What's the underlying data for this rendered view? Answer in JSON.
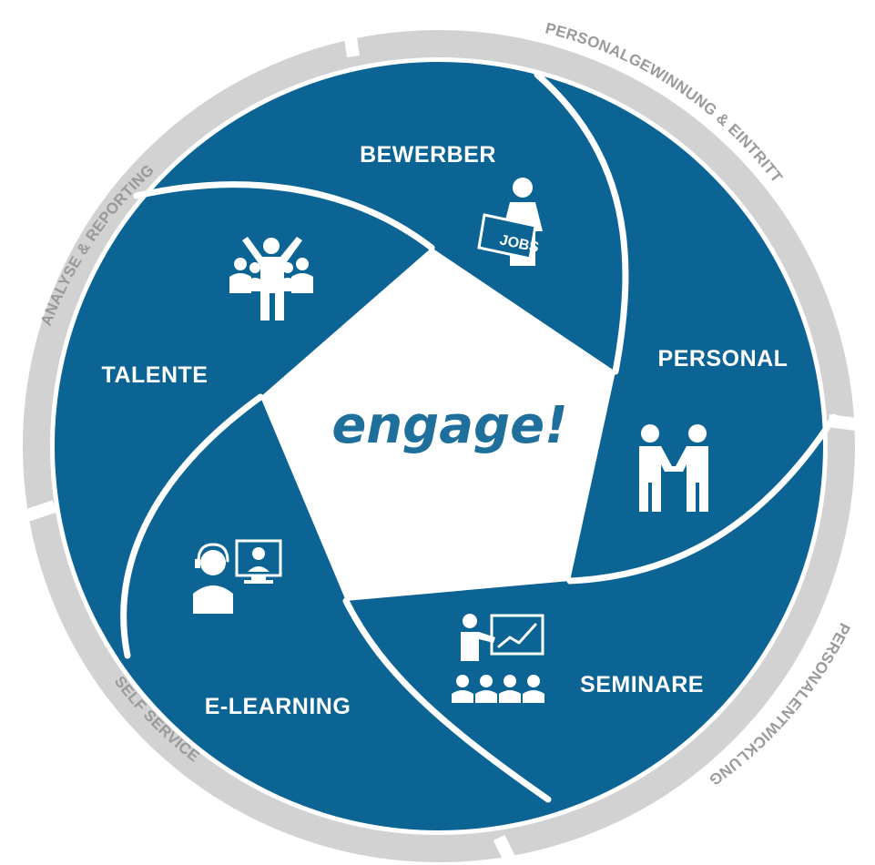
{
  "colors": {
    "segment": "#0b6494",
    "separator": "#ffffff",
    "ring": "#d2d2d2",
    "ring_text": "#9a9a9a",
    "center_text": "#1f6f9d",
    "background": "#ffffff"
  },
  "center": {
    "title": "engage!"
  },
  "segments": [
    {
      "label": "BEWERBER",
      "icon": "jobs-newspaper-person-icon"
    },
    {
      "label": "PERSONAL",
      "icon": "handshake-icon"
    },
    {
      "label": "SEMINARE",
      "icon": "presentation-audience-icon"
    },
    {
      "label": "E-LEARNING",
      "icon": "video-conference-icon"
    },
    {
      "label": "TALENTE",
      "icon": "cheering-group-icon"
    }
  ],
  "outer_ring": [
    {
      "label": "PERSONALGEWINNUNG & EINTRITT"
    },
    {
      "label": "PERSONALENTWICKLUNG"
    },
    {
      "label": "SELF SERVICE"
    },
    {
      "label": "ANALYSE & REPORTING"
    }
  ]
}
